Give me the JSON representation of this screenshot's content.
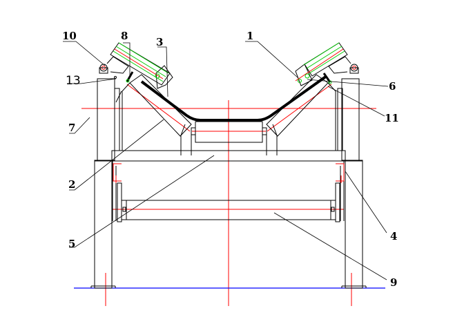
{
  "diagram": {
    "type": "technical-drawing",
    "subject": "troughed belt conveyor idler assembly with deviation-correcting side rollers",
    "colors": {
      "outline": "#000000",
      "centerline": "#ff0000",
      "ground": "#0000ff",
      "side_roller": "#00cc00"
    },
    "labels": [
      {
        "id": "10",
        "text": "10"
      },
      {
        "id": "8",
        "text": "8"
      },
      {
        "id": "3",
        "text": "3"
      },
      {
        "id": "13",
        "text": "13"
      },
      {
        "id": "7",
        "text": "7"
      },
      {
        "id": "2",
        "text": "2"
      },
      {
        "id": "5",
        "text": "5"
      },
      {
        "id": "1",
        "text": "1"
      },
      {
        "id": "6",
        "text": "6"
      },
      {
        "id": "11",
        "text": "11"
      },
      {
        "id": "4",
        "text": "4"
      },
      {
        "id": "9",
        "text": "9"
      }
    ]
  }
}
